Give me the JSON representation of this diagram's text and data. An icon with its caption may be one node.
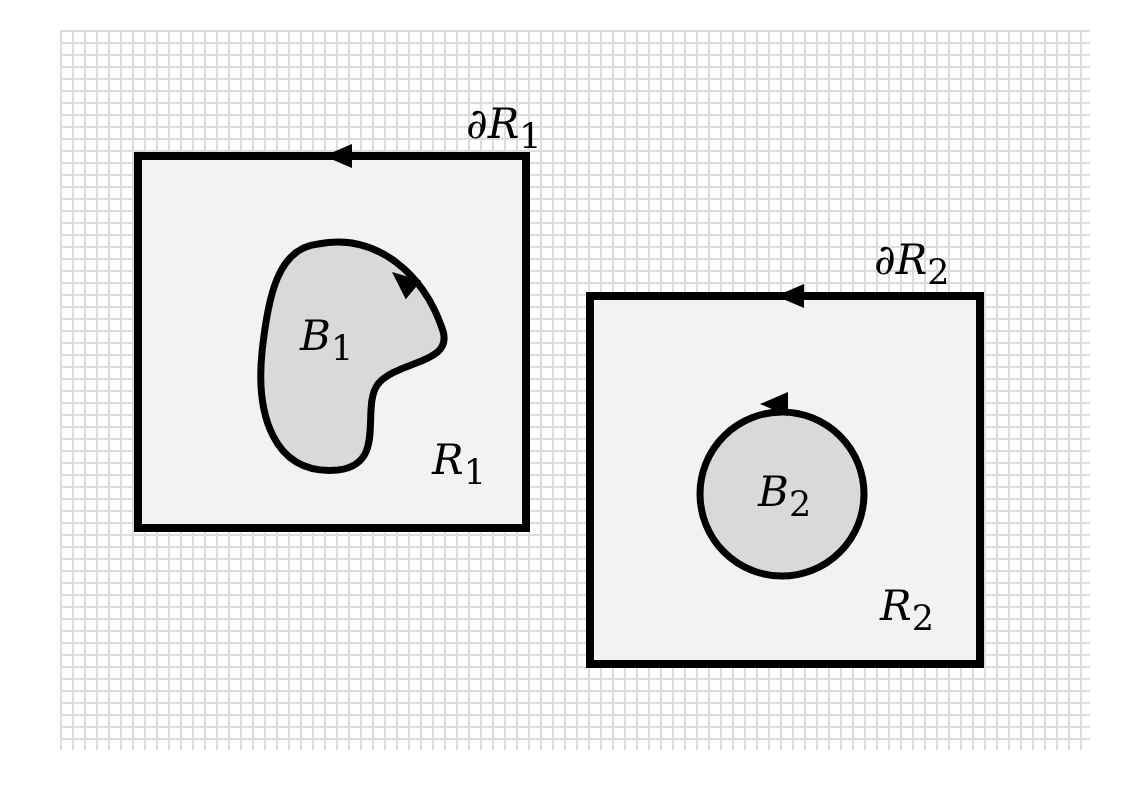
{
  "diagram": {
    "nodes": [
      {
        "text": [
          "*R*$_{1}$"
        ],
        "beside": [
          "∂*R*$_{1}$"
        ]
      },
      {
        "text": [
          "*B*$_{1}$"
        ],
        "in": 0
      },
      {
        "text": [
          "*R*$_{2}$"
        ],
        "beside": [
          "∂*R*$_{2}$"
        ]
      },
      {
        "text": [
          "*B*$_{2}$"
        ],
        "in": 2
      }
    ]
  }
}
